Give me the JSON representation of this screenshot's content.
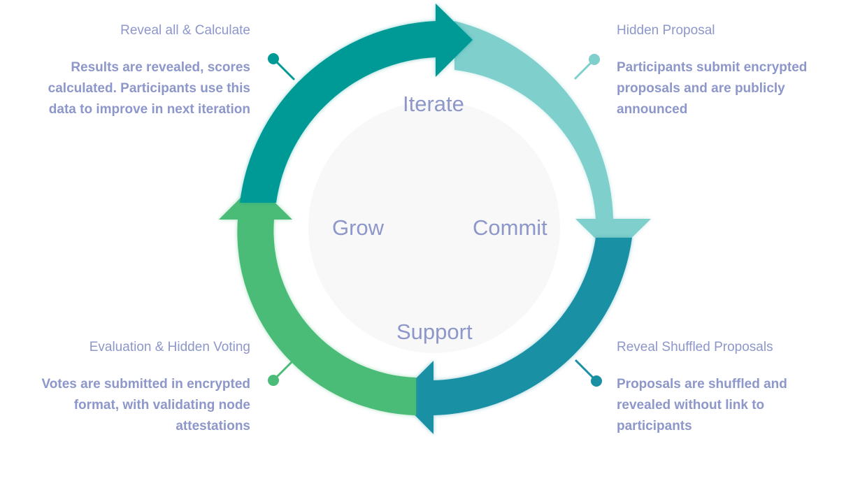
{
  "center_labels": {
    "iterate": "Iterate",
    "grow": "Grow",
    "commit": "Commit",
    "support": "Support"
  },
  "stages": {
    "reveal_calculate": {
      "title": "Reveal all & Calculate",
      "description": "Results are revealed, scores calculated. Participants use this data to improve in next iteration"
    },
    "hidden_proposal": {
      "title": "Hidden Proposal",
      "description": "Participants submit encrypted proposals and are publicly announced"
    },
    "evaluation_voting": {
      "title": "Evaluation & Hidden Voting",
      "description": "Votes are submitted in encrypted format, with validating node attestations"
    },
    "reveal_shuffled": {
      "title": "Reveal Shuffled Proposals",
      "description": "Proposals are shuffled and revealed without link to participants"
    }
  },
  "colors": {
    "teal_dark": "#009a96",
    "teal_light": "#7fcfcc",
    "blue_teal": "#1a90a4",
    "green": "#4bbc77",
    "text": "#8d97c9",
    "inner_circle": "#f8f8f8"
  }
}
